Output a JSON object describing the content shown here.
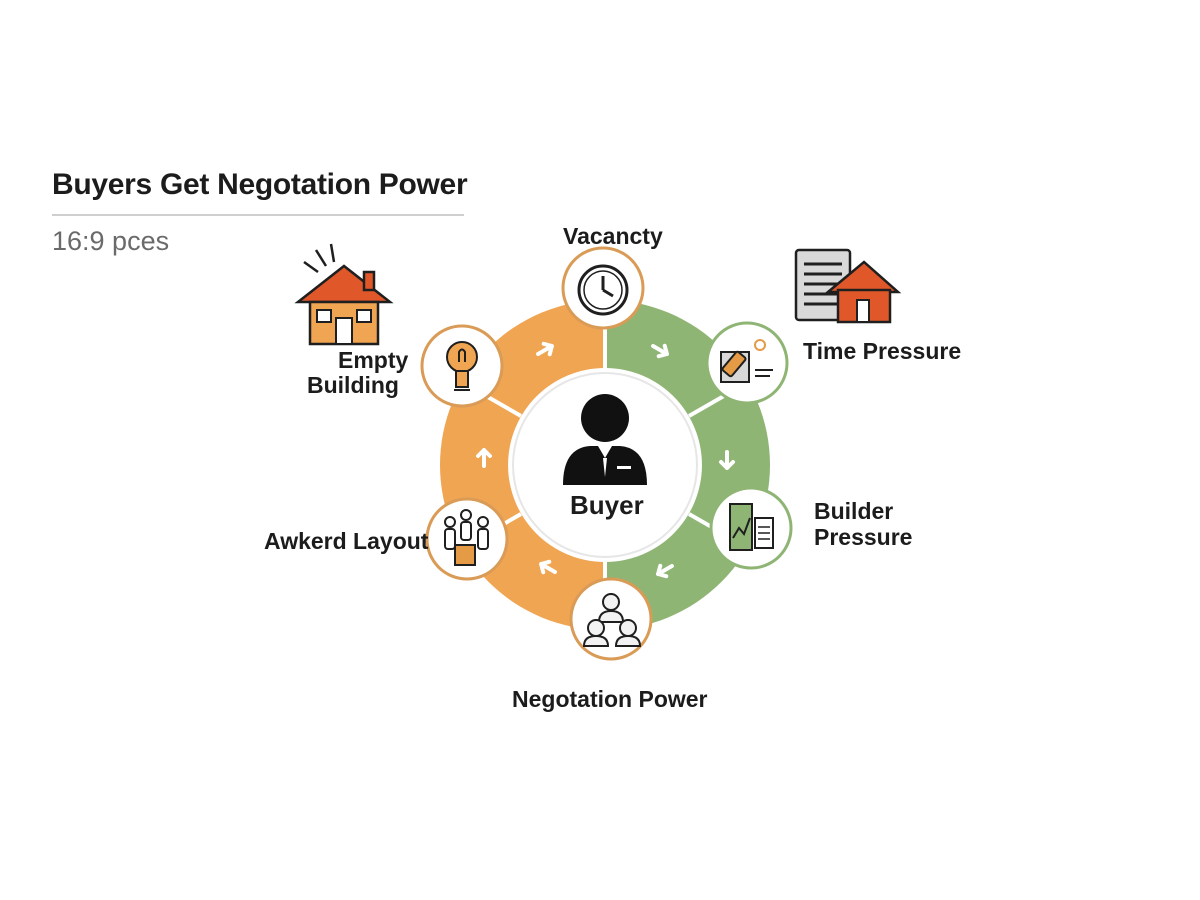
{
  "header": {
    "title": "Buyers Get Negotation Power",
    "subtitle": "16:9 pces"
  },
  "diagram": {
    "center_label": "Buyer",
    "nodes": [
      {
        "label": "Vacancty",
        "icon": "clock-icon"
      },
      {
        "label": "Time Pressure",
        "icon": "hammer-icon"
      },
      {
        "label_line1": "Builder",
        "label_line2": "Pressure",
        "icon": "chart-document-icon"
      },
      {
        "label": "Negotation Power",
        "icon": "people-group-icon"
      },
      {
        "label": "Awkerd Layout",
        "icon": "people-box-icon"
      },
      {
        "label_line1": "Empty",
        "label_line2": "Building",
        "icon": "lightbulb-icon"
      }
    ],
    "decorations": [
      "house-icon",
      "document-house-icon"
    ],
    "colors": {
      "orange": "#f0a553",
      "green": "#8fb574",
      "house_roof": "#e0582a",
      "dark": "#1f1f1f"
    }
  }
}
